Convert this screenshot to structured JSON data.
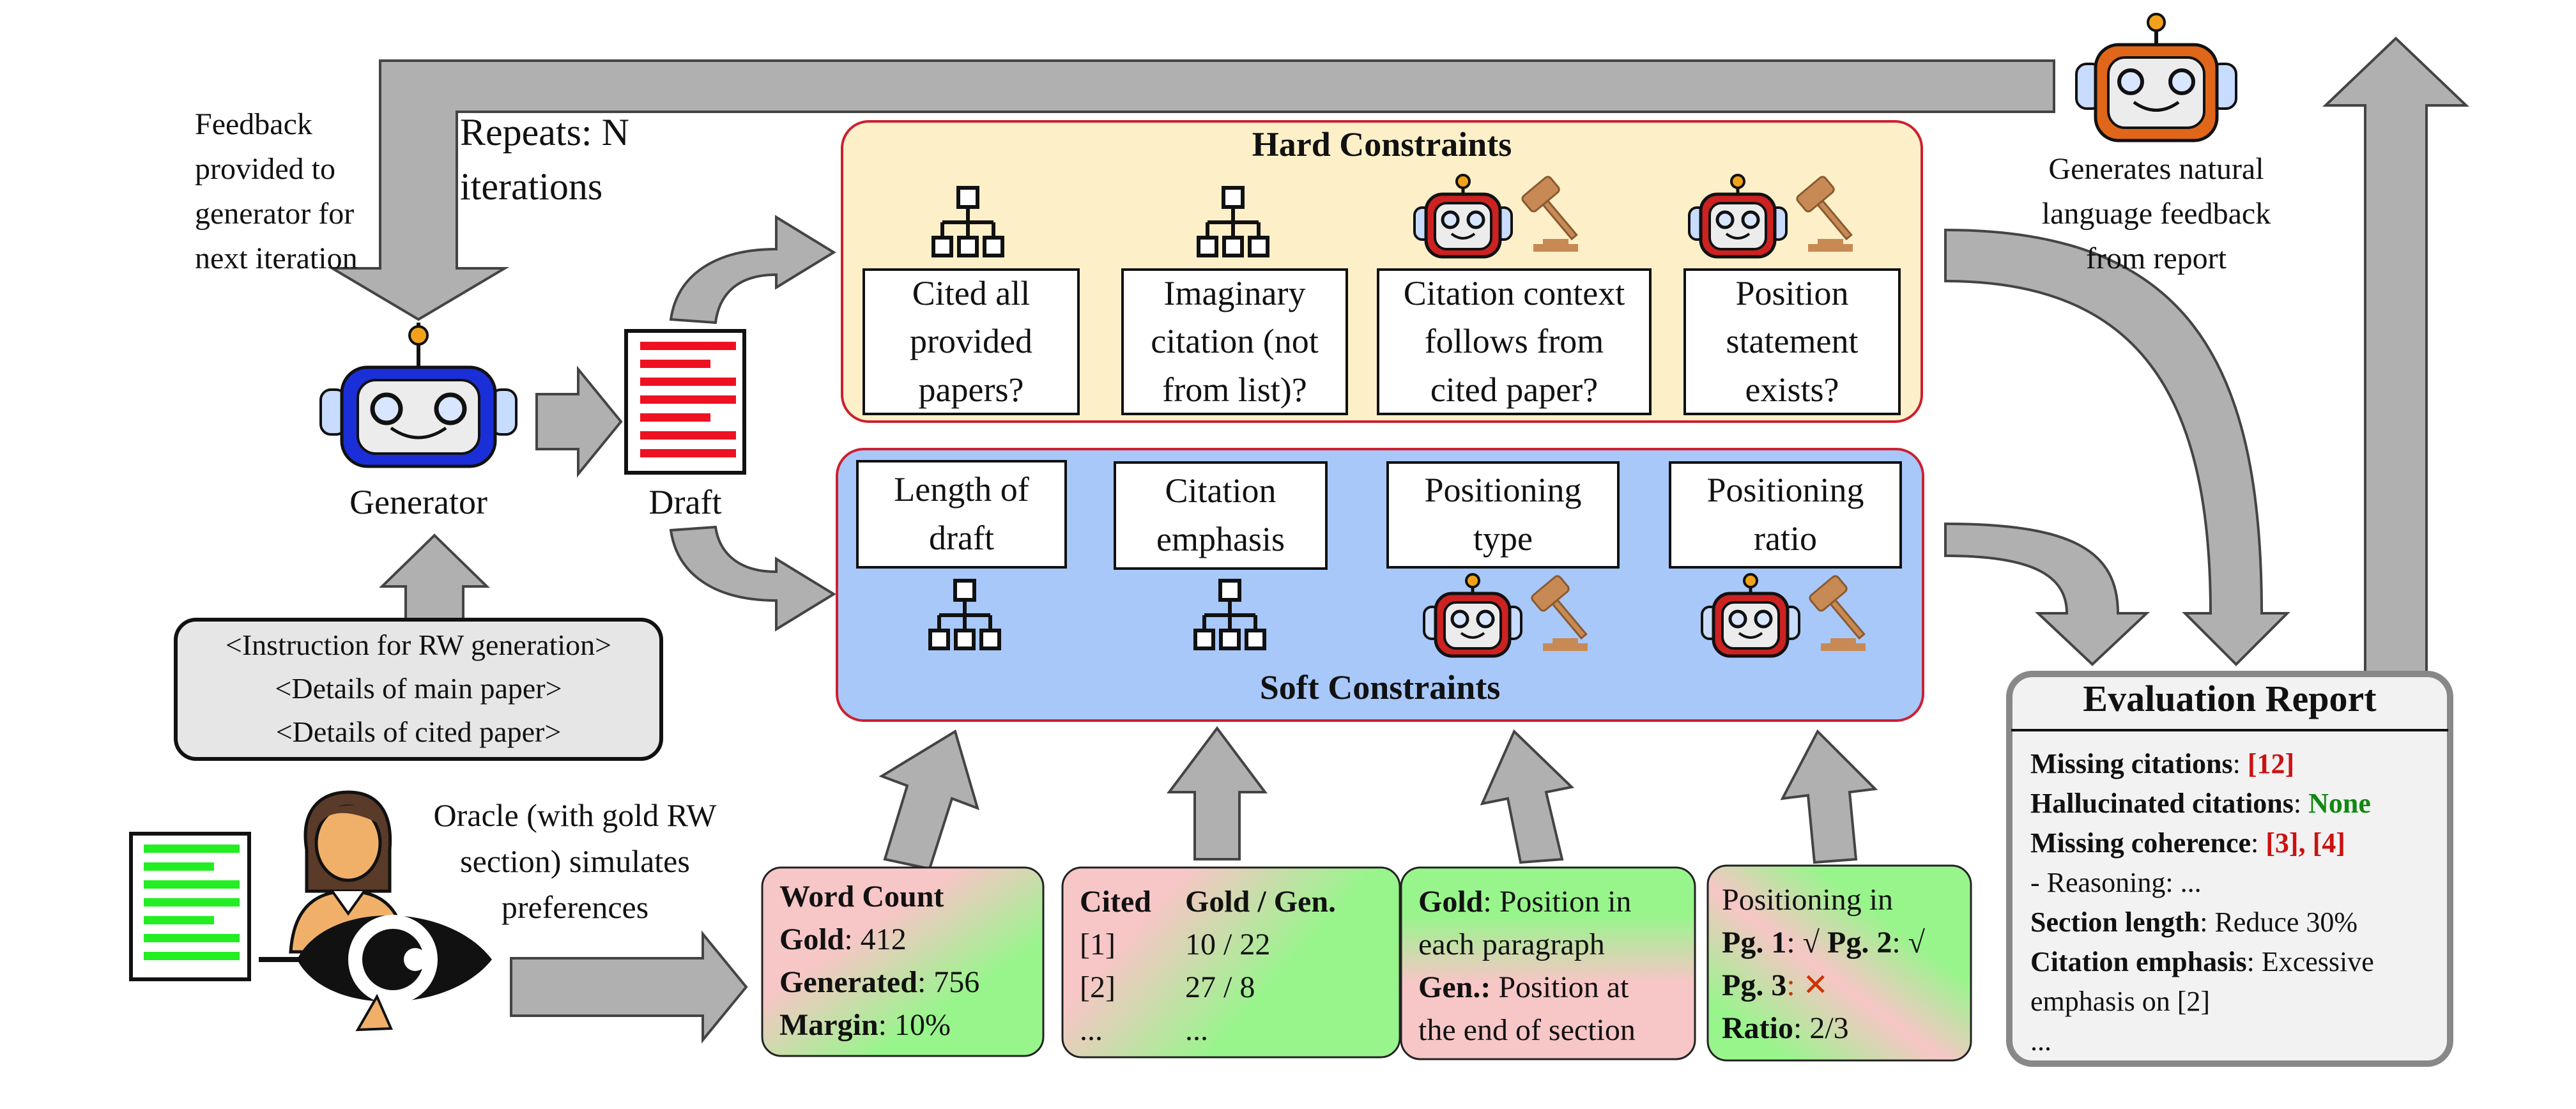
{
  "top_left_note": {
    "feedback_lines": [
      "Feedback",
      "provided to",
      "generator for",
      "next iteration"
    ],
    "repeats_lines": [
      "Repeats: N",
      "iterations"
    ]
  },
  "generator": {
    "label": "Generator"
  },
  "draft": {
    "label": "Draft"
  },
  "instruction_box": {
    "lines": [
      "<Instruction for RW generation>",
      "<Details of main paper>",
      "<Details of cited paper>"
    ]
  },
  "feedback_robot": {
    "lines": [
      "Generates natural",
      "language feedback",
      "from report"
    ]
  },
  "hard_constraints": {
    "title": "Hard Constraints",
    "items": [
      {
        "lines": [
          "Cited all",
          "provided",
          "papers?"
        ],
        "icon": "hierarchy-icon"
      },
      {
        "lines": [
          "Imaginary",
          "citation (not",
          "from list)?"
        ],
        "icon": "hierarchy-icon"
      },
      {
        "lines": [
          "Citation context",
          "follows from",
          "cited paper?"
        ],
        "icon": "robot-judge-icon"
      },
      {
        "lines": [
          "Position",
          "statement",
          "exists?"
        ],
        "icon": "robot-judge-icon"
      }
    ]
  },
  "soft_constraints": {
    "title": "Soft Constraints",
    "items": [
      {
        "lines": [
          "Length of",
          "draft"
        ],
        "icon": "hierarchy-icon"
      },
      {
        "lines": [
          "Citation",
          "emphasis"
        ],
        "icon": "hierarchy-icon"
      },
      {
        "lines": [
          "Positioning",
          "type"
        ],
        "icon": "robot-judge-icon"
      },
      {
        "lines": [
          "Positioning",
          "ratio"
        ],
        "icon": "robot-judge-icon"
      }
    ]
  },
  "oracle": {
    "lines": [
      "Oracle (with gold RW",
      "section) simulates",
      "preferences"
    ]
  },
  "preference_boxes": {
    "word_count": {
      "title": "Word Count",
      "gold_label": "Gold",
      "gold_value": ": 412",
      "gen_label": "Generated",
      "gen_value": ": 756",
      "margin_label": "Margin",
      "margin_value": ": 10%"
    },
    "citations": {
      "col1": "Cited",
      "col2": "Gold / Gen.",
      "rows": [
        [
          "[1]",
          "10 / 22"
        ],
        [
          "[2]",
          "27 / 8"
        ],
        [
          "...",
          "..."
        ]
      ]
    },
    "position": {
      "gold_label": "Gold",
      "gold_text": ": Position in",
      "gold_text2": "each paragraph",
      "gen_label": "Gen.:",
      "gen_text": " Position at",
      "gen_text2": "the end of  section"
    },
    "ratio": {
      "title": "Positioning in",
      "pg1": "Pg. 1",
      "pg1_mark": ": √",
      "pg2": "Pg. 2",
      "pg2_mark": ": √",
      "pg3": "Pg. 3",
      "pg3_mark": ": ✕",
      "ratio_label": "Ratio",
      "ratio_value": ": 2/3"
    }
  },
  "evaluation_report": {
    "title": "Evaluation Report",
    "missing_citations_label": "Missing citations",
    "missing_citations_value": "[12]",
    "hallucinated_label": "Hallucinated citations",
    "hallucinated_value": "None",
    "coherence_label": "Missing coherence",
    "coherence_value": "[3], [4]",
    "reasoning": " - Reasoning: ...",
    "section_length_label": "Section length",
    "section_length_value": ": Reduce 30%",
    "emphasis_label": "Citation emphasis",
    "emphasis_value": ": Excessive",
    "emphasis_value2": "emphasis on [2]",
    "ellipsis": "..."
  },
  "colors": {
    "hard_bg": "#fdf0c8",
    "soft_bg": "#a8c8fa",
    "panel_border": "#cc2030",
    "arrow_fill": "#b0b0b0",
    "pink": "#f7c6c6",
    "green": "#98f58c",
    "report_bg": "#f2f2f2",
    "generator_robot": "#1a2fd8",
    "feedback_robot": "#e0661a",
    "judge_robot": "#cc2222"
  }
}
